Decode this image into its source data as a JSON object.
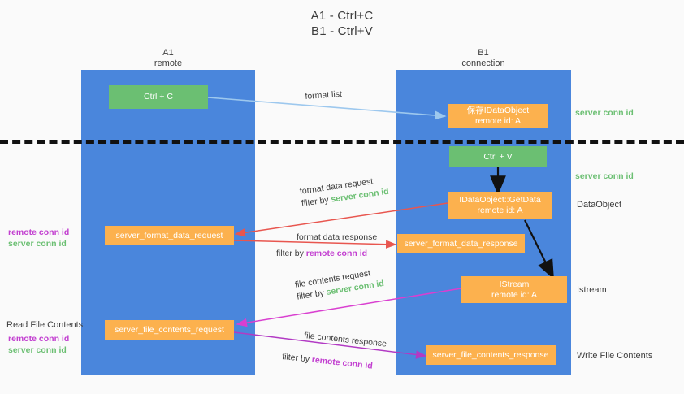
{
  "title": {
    "line1": "A1 - Ctrl+C",
    "line2": "B1 - Ctrl+V"
  },
  "colors": {
    "lane": "#4a86dc",
    "green_box": "#6bbf72",
    "orange_box": "#fcb14e",
    "server_conn": "#6bbf72",
    "remote_conn": "#c23fd0",
    "arrow_format_list": "#9dc8ee",
    "arrow_format_data": "#e8564f",
    "arrow_file_contents": "#d93fd0",
    "arrow_internal": "#111111",
    "background": "#fafafa"
  },
  "columns": [
    {
      "name": "A1",
      "role": "remote"
    },
    {
      "name": "B1",
      "role": "connection"
    }
  ],
  "boxes": {
    "ctrl_c": {
      "label": "Ctrl + C",
      "style": "green"
    },
    "save_dataobject": {
      "line1": "保存IDataObject",
      "line2": "remote id: A",
      "style": "orange"
    },
    "ctrl_v": {
      "label": "Ctrl + V",
      "style": "green"
    },
    "getdata": {
      "line1": "IDataObject::GetData",
      "line2": "remote id: A",
      "style": "orange"
    },
    "format_data_request": {
      "label": "server_format_data_request",
      "style": "orange"
    },
    "format_data_response": {
      "label": "server_format_data_response",
      "style": "orange"
    },
    "istream": {
      "line1": "IStream",
      "line2": "remote id: A",
      "style": "orange"
    },
    "file_contents_request": {
      "label": "server_file_contents_request",
      "style": "orange"
    },
    "file_contents_response": {
      "label": "server_file_contents_response",
      "style": "orange"
    }
  },
  "arrow_labels": {
    "format_list": "format list",
    "format_data_request": {
      "line1": "format data request",
      "line2_prefix": "filter by ",
      "line2_conn": "server conn id"
    },
    "format_data_response": {
      "line1": "format data response",
      "line2_prefix": "filter by ",
      "line2_conn": "remote conn id"
    },
    "file_contents_request": {
      "line1": "file contents request",
      "line2_prefix": "filter by ",
      "line2_conn": "server conn id"
    },
    "file_contents_response": {
      "line1": "file contents response",
      "line2_prefix": "filter by ",
      "line2_conn": "remote conn id"
    }
  },
  "right_labels": {
    "server_conn_top": "server conn id",
    "server_conn_mid": "server conn id",
    "dataobject": "DataObject",
    "istream": "Istream",
    "write_file_contents": "Write File Contents"
  },
  "left_labels": {
    "format_remote": "remote conn id",
    "format_server": "server conn id",
    "read_file_contents": "Read File Contents",
    "file_remote": "remote conn id",
    "file_server": "server conn id"
  }
}
